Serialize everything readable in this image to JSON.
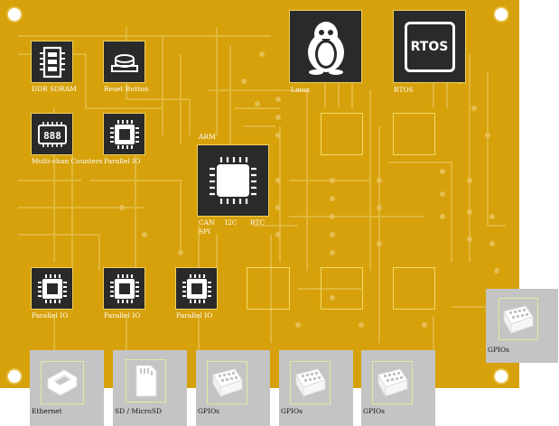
{
  "colors": {
    "board": "#d6a10a",
    "chip": "#2a2a2a",
    "connector": "#c4c4c4",
    "trace": "#e3bb45"
  },
  "components": {
    "ddr_sdram": "DDR SDRAM",
    "reset_button": "Reset Button",
    "linux": "Linux",
    "rtos": "RTOS",
    "rtos_logo": "RTOS",
    "counters": "Multi-chan Counters",
    "parallel_io": "Parallel IO",
    "arm": "ARM",
    "can": "CAN",
    "i2c": "I2C",
    "rtc": "RTC",
    "spi": "SPI"
  },
  "connectors": {
    "ethernet": "Ethernet",
    "sd": "SD / MicroSD",
    "gpios": "GPIOs"
  },
  "icons": [
    "memory-icon",
    "button-icon",
    "penguin-icon",
    "rtos-icon",
    "counter-icon",
    "chip-icon",
    "ethernet-icon",
    "sd-card-icon",
    "gpio-header-icon"
  ]
}
